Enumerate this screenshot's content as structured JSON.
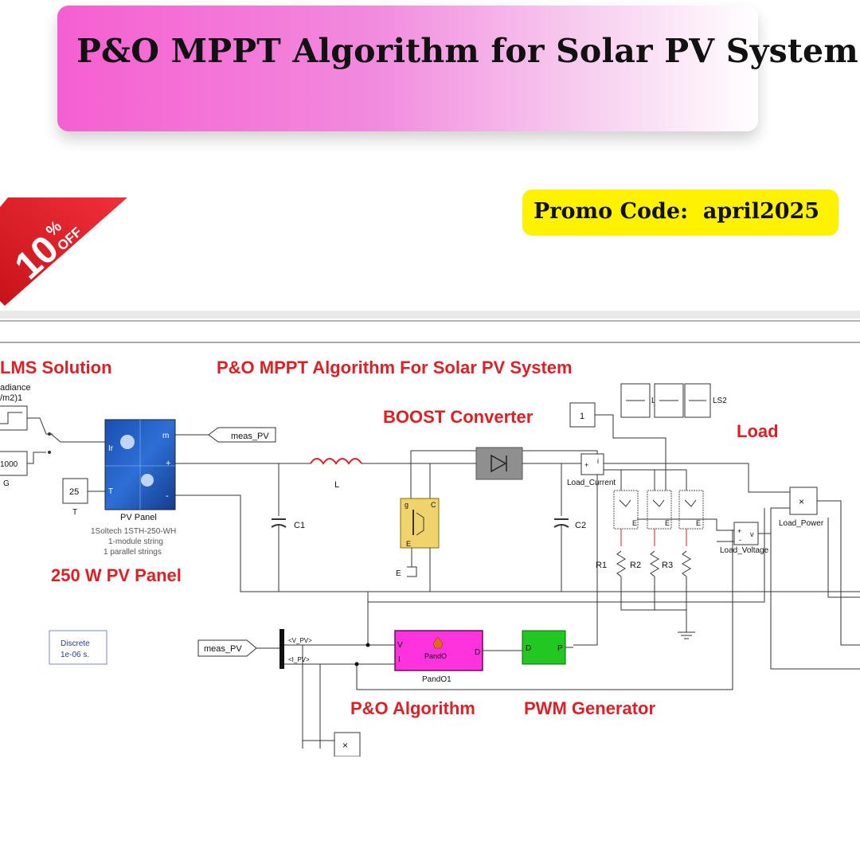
{
  "banner": {
    "title": "P&O MPPT Algorithm for Solar PV System"
  },
  "promo": {
    "label": "Promo Code:  april2025"
  },
  "badge": {
    "number": "10",
    "percent": "%",
    "off": "OFF"
  },
  "diagram": {
    "brand": "LMS Solution",
    "title": "P&O MPPT Algorithm For Solar PV System",
    "irradiance_label_1": "adiance",
    "irradiance_label_2": "/m2)1",
    "g_value": "1000",
    "g_label": "G",
    "t_value": "25",
    "t_label": "T",
    "pv_port_ir": "Ir",
    "pv_port_t": "T",
    "pv_port_m": "m",
    "pv_port_plus": "+",
    "pv_port_minus": "-",
    "pv_panel_label": "PV Panel",
    "pv_desc_1": "1Soltech 1STH-250-WH",
    "pv_desc_2": "1-module string",
    "pv_desc_3": "1 parallel strings",
    "pv_panel_heading": "250 W PV Panel",
    "meas_pv_out": "meas_PV",
    "meas_pv_in": "meas_PV",
    "inductor_label": "L",
    "c1_label": "C1",
    "c2_label": "C2",
    "boost_label": "BOOST Converter",
    "igbt_g": "g",
    "igbt_c": "C",
    "igbt_e": "E",
    "ground_e": "E",
    "const_one": "1",
    "load_heading": "Load",
    "ls2_label": "LS2",
    "ls_label": "L",
    "load_current": "Load_Current",
    "load_voltage": "Load_Voltage",
    "load_power": "Load_Power",
    "r1": "R1",
    "r2": "R2",
    "r3": "R3",
    "discrete_1": "Discrete",
    "discrete_2": "1e-06 s.",
    "sig_v": "<V_PV>",
    "sig_i": "<I_PV>",
    "pando_v": "V",
    "pando_i": "I",
    "pando_d": "D",
    "pando_name": "PandO",
    "pando_block": "PandO1",
    "pwm_d": "D",
    "pwm_p": "P",
    "algo_label": "P&O Algorithm",
    "pwm_label": "PWM Generator",
    "mult_sign": "×",
    "plus_sign": "+",
    "minus_sign": "-",
    "i_sign": "i",
    "v_sign": "v"
  },
  "colors": {
    "accent_red": "#dd1f26",
    "banner_pink": "#f55fd0",
    "promo_yellow": "#fff200",
    "igbt_yellow": "#f0d36b",
    "pando_magenta": "#ff33dd",
    "pwm_green": "#22c722"
  }
}
